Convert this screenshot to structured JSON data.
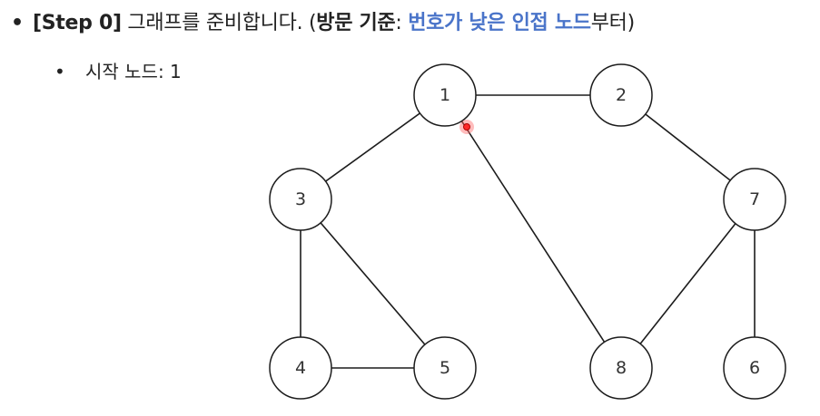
{
  "header": {
    "bullet": "•",
    "step_tag": "[Step 0]",
    "prepare_text": " 그래프를 준비합니다. ",
    "paren_open": "(",
    "criterion_label": "방문 기준",
    "colon": ": ",
    "criterion_value": "번호가 낮은 인접 노드",
    "suffix": "부터",
    "paren_close": ")",
    "accent_color": "#4a74c9"
  },
  "sub": {
    "bullet": "•",
    "start_node_text": "시작 노드: 1"
  },
  "graph": {
    "nodes": [
      {
        "id": "1",
        "label": "1"
      },
      {
        "id": "2",
        "label": "2"
      },
      {
        "id": "3",
        "label": "3"
      },
      {
        "id": "7",
        "label": "7"
      },
      {
        "id": "4",
        "label": "4"
      },
      {
        "id": "5",
        "label": "5"
      },
      {
        "id": "8",
        "label": "8"
      },
      {
        "id": "6",
        "label": "6"
      }
    ],
    "edges": [
      [
        "1",
        "2"
      ],
      [
        "1",
        "3"
      ],
      [
        "1",
        "8"
      ],
      [
        "2",
        "7"
      ],
      [
        "3",
        "4"
      ],
      [
        "3",
        "5"
      ],
      [
        "4",
        "5"
      ],
      [
        "7",
        "8"
      ],
      [
        "7",
        "6"
      ]
    ]
  }
}
